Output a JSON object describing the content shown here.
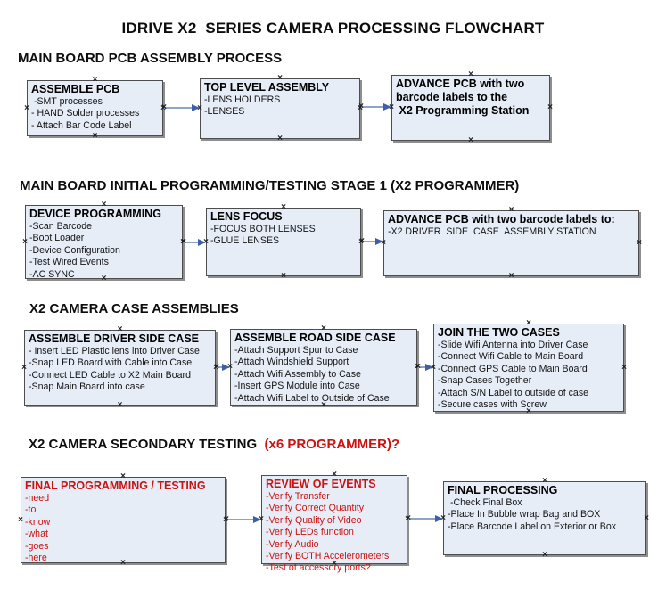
{
  "title": "IDRIVE X2  SERIES CAMERA PROCESSING FLOWCHART",
  "colors": {
    "box_fill": "#e7edf7",
    "box_border": "#4d4d4d",
    "box_shadow": "#8e8e8e",
    "connector_line": "#8fa3c8",
    "connector_arrow": "#3c5fa8",
    "red_text": "#cc1212"
  },
  "sections": [
    {
      "header": "MAIN BOARD PCB ASSEMBLY PROCESS",
      "boxes": [
        {
          "title": "ASSEMBLE PCB",
          "items": [
            " -SMT processes",
            "- HAND Solder processes",
            "- Attach Bar Code Label"
          ]
        },
        {
          "title": "TOP LEVEL ASSEMBLY",
          "items": [
            "-LENS HOLDERS",
            "-LENSES"
          ]
        },
        {
          "title": "ADVANCE PCB with two\nbarcode labels to the\n X2 Programming Station",
          "items": []
        }
      ]
    },
    {
      "header": "MAIN BOARD INITIAL PROGRAMMING/TESTING STAGE 1 (X2 PROGRAMMER)",
      "boxes": [
        {
          "title": "DEVICE PROGRAMMING",
          "items": [
            "-Scan Barcode",
            "-Boot Loader",
            "-Device Configuration",
            "-Test Wired Events",
            "-AC SYNC"
          ]
        },
        {
          "title": "LENS FOCUS",
          "items": [
            "-FOCUS BOTH LENSES",
            "-GLUE LENSES"
          ]
        },
        {
          "title": "ADVANCE PCB with two barcode labels to:",
          "items": [
            "-X2 DRIVER  SIDE  CASE  ASSEMBLY STATION"
          ]
        }
      ]
    },
    {
      "header": "X2 CAMERA CASE ASSEMBLIES",
      "boxes": [
        {
          "title": "ASSEMBLE DRIVER SIDE CASE",
          "items": [
            "- Insert LED Plastic lens into Driver Case",
            "-Snap LED Board with Cable into Case",
            "-Connect LED Cable to X2 Main Board",
            "-Snap Main Board into case"
          ]
        },
        {
          "title": "ASSEMBLE ROAD SIDE CASE",
          "items": [
            "-Attach Support Spur to Case",
            "-Attach Windshield Support",
            "-Attach Wifi Assembly to Case",
            "-Insert GPS Module into Case",
            "-Attach Wifi Label to Outside of Case"
          ]
        },
        {
          "title": "JOIN THE TWO CASES",
          "items": [
            "-Slide Wifi Antenna into Driver Case",
            "-Connect Wifi Cable to Main Board",
            "-Connect GPS Cable to Main Board",
            "-Snap Cases Together",
            "-Attach S/N Label to outside of case",
            "-Secure cases with Screw"
          ]
        }
      ]
    },
    {
      "header": "X2 CAMERA SECONDARY TESTING  ",
      "header_suffix": "(x6 PROGRAMMER)?",
      "boxes": [
        {
          "title": "FINAL PROGRAMMING / TESTING",
          "color": "red",
          "items": [
            "-need",
            "-to",
            "-know",
            "-what",
            "-goes",
            "-here"
          ]
        },
        {
          "title": "REVIEW OF EVENTS",
          "color": "red",
          "items": [
            "-Verify Transfer",
            "-Verify Correct Quantity",
            "-Verify Quality of Video",
            "-Verify LEDs function",
            "-Verify Audio",
            "-Verify BOTH Accelerometers",
            "-Test of accessory ports?"
          ]
        },
        {
          "title": "FINAL PROCESSING",
          "items": [
            " -Check Final Box",
            "-Place In Bubble wrap Bag and BOX",
            "-Place Barcode Label on Exterior or Box"
          ]
        }
      ]
    }
  ]
}
